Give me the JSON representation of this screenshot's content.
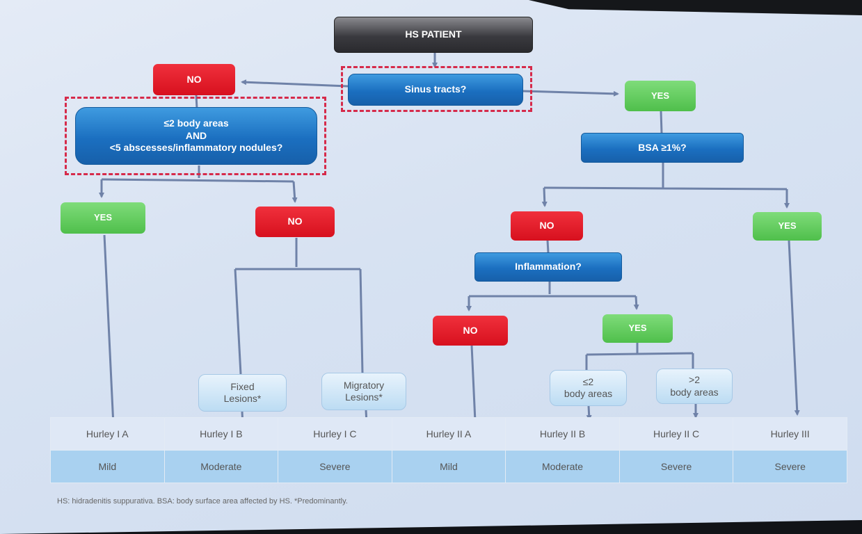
{
  "flowchart": {
    "root": "HS PATIENT",
    "q_sinus": "Sinus tracts?",
    "left_no": "NO",
    "q_areas_line1": "≤2 body areas",
    "q_areas_line2": "AND",
    "q_areas_line3": "<5 abscesses/inflammatory nodules?",
    "left_yes": "YES",
    "left_no2": "NO",
    "fixed_l1": "Fixed",
    "fixed_l2": "Lesions*",
    "migr_l1": "Migratory",
    "migr_l2": "Lesions*",
    "right_yes": "YES",
    "q_bsa": "BSA ≥1%?",
    "bsa_no": "NO",
    "bsa_yes": "YES",
    "q_inflam": "Inflammation?",
    "inflam_no": "NO",
    "inflam_yes": "YES",
    "le2_l1": "≤2",
    "le2_l2": "body areas",
    "gt2_l1": ">2",
    "gt2_l2": "body areas"
  },
  "table": {
    "categories": [
      "Hurley I A",
      "Hurley I B",
      "Hurley I C",
      "Hurley II A",
      "Hurley II B",
      "Hurley II C",
      "Hurley III"
    ],
    "severities": [
      "Mild",
      "Moderate",
      "Severe",
      "Mild",
      "Moderate",
      "Severe",
      "Severe"
    ]
  },
  "footnote": "HS: hidradenitis suppurativa. BSA: body surface area affected by HS. *Predominantly.",
  "colors": {
    "no": "#d7101e",
    "yes": "#4fbf4b",
    "question": "#1b6fc0",
    "root": "#2a2a2e",
    "connector": "#6f82a8"
  }
}
